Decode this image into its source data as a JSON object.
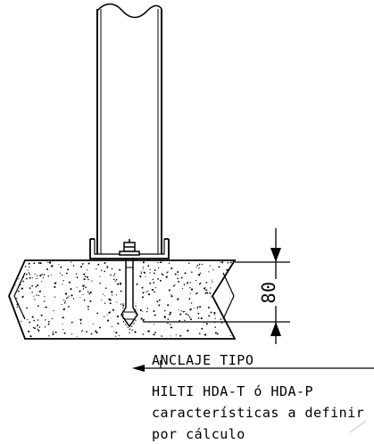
{
  "drawing": {
    "dimension_value": "80",
    "callout_title": "ANCLAJE TIPO",
    "callout_lines": [
      "HILTI HDA-T ó HDA-P",
      "características a definir",
      "por cálculo"
    ]
  },
  "colors": {
    "line": "#000000",
    "background": "#ffffff"
  }
}
